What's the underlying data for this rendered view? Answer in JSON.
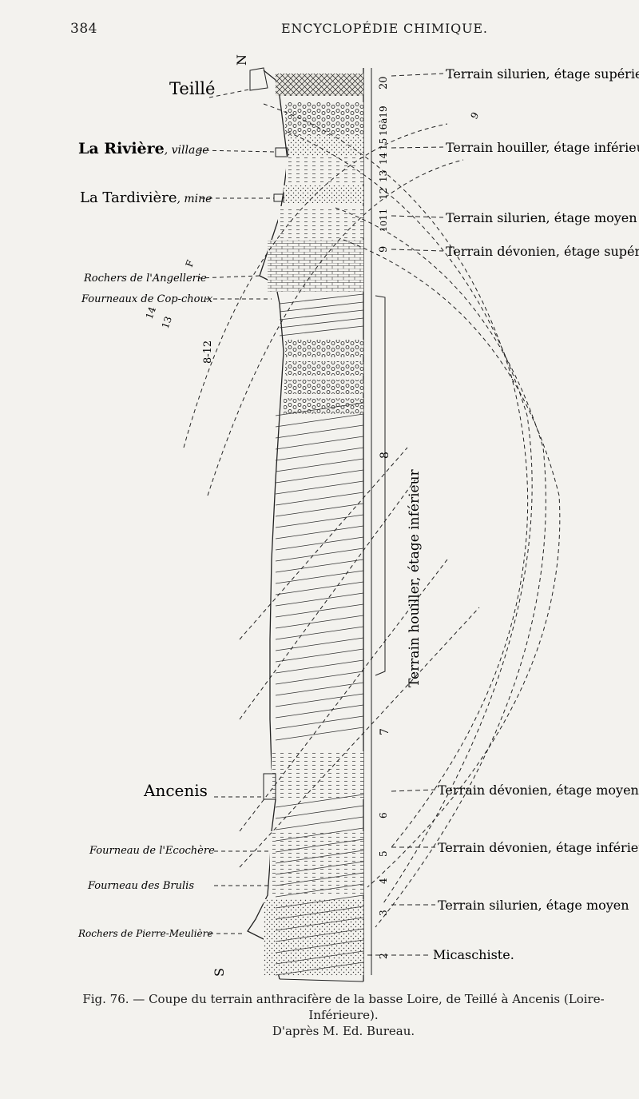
{
  "page": {
    "number": "384",
    "running_head": "ENCYCLOPÉDIE CHIMIQUE."
  },
  "figure": {
    "compass": {
      "north": "N",
      "south": "S"
    },
    "localities": {
      "teille": "Teillé",
      "la_riviere": "La Rivière",
      "la_riviere_note": ", village",
      "la_tardiviere": "La Tardivière",
      "la_tardiviere_note": ", mine",
      "rochers_angellerie": "Rochers de l'Angellerie",
      "fourneaux_cop_choux": "Fourneaux de Cop-choux",
      "ancenis": "Ancenis",
      "fourneau_ecochere": "Fourneau de l'Ecochère",
      "fourneau_brulis": "Fourneau des Brulis",
      "rochers_pierre_meuliere": "Rochers de Pierre-Meulière"
    },
    "terrains": {
      "silurien_superieur": "Terrain silurien, étage supérieur",
      "houiller_inferieur_top": "Terrain houiller, étage inférieur",
      "silurien_moyen_top": "Terrain silurien, étage moyen",
      "devonien_superieur": "Terrain dévonien, étage supérieur",
      "houiller_inferieur_vertical": "Terrain houiller, étage inférieur",
      "devonien_moyen": "Terrain dévonien, étage moyen",
      "devonien_inferieur": "Terrain dévonien, étage inférieur",
      "silurien_moyen_bottom": "Terrain silurien, étage moyen",
      "micaschiste": "Micaschiste."
    },
    "bed_numbers": {
      "n20": "20",
      "n16a19": "16à19",
      "n15": "15",
      "n14": "14",
      "n13": "13",
      "n12": "12",
      "n11": "11",
      "n10": "10",
      "n9": "9",
      "n8": "8",
      "n7": "7",
      "n6": "6",
      "n5": "5",
      "n4": "4",
      "n3": "3",
      "n2": "2",
      "left_8_12": "8-12",
      "left_13": "13",
      "left_14": "14",
      "left_F": "F",
      "right_9": "9"
    }
  },
  "caption": {
    "text": "Fig. 76. — Coupe du terrain anthracifère de la basse Loire, de Teillé à Ancenis (Loire-Inférieure).",
    "credit": "D'après M. Ed. Bureau."
  }
}
